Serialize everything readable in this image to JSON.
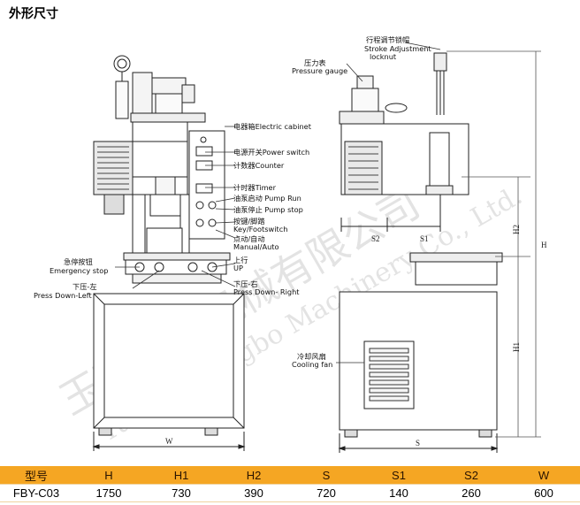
{
  "page": {
    "title": "外形尺寸"
  },
  "watermark": {
    "cn": "玉环方博机械有限公司",
    "en": "Yuhuan Fangbo Machinery Co., Ltd."
  },
  "labels": {
    "electric_cabinet": "电器箱Electric cabinet",
    "power_switch": "电源开关Power switch",
    "counter": "计数器Counter",
    "timer": "计时器Timer",
    "pump_run": "油泵启动 Pump Run",
    "pump_stop": "油泵停止 Pump stop",
    "key_footswitch_cn": "按键/脚踏",
    "key_footswitch_en": "Key/Footswitch",
    "manual_auto_cn": "点动/自动",
    "manual_auto_en": "Manual/Auto",
    "emergency_cn": "急停按钮",
    "emergency_en": "Emergency stop",
    "up_cn": "上行",
    "up_en": "UP",
    "press_left_cn": "下压-左",
    "press_left_en": "Press Down-Left",
    "press_right_cn": "下压-右",
    "press_right_en": "Press Down- Right",
    "stroke_cn": "行程调节锁帽",
    "stroke_en1": "Stroke Adjustment",
    "stroke_en2": "locknut",
    "gauge_cn": "压力表",
    "gauge_en": "Pressure gauge",
    "fan_cn": "冷却风扇",
    "fan_en": "Cooling fan"
  },
  "dims": {
    "W": "W",
    "S": "S",
    "S1": "S1",
    "S2": "S2",
    "H": "H",
    "H1": "H1",
    "H2": "H2"
  },
  "spec_table": {
    "headers": [
      "型号",
      "H",
      "H1",
      "H2",
      "S",
      "S1",
      "S2",
      "W"
    ],
    "rows": [
      [
        "FBY-C03",
        "1750",
        "730",
        "390",
        "720",
        "140",
        "260",
        "600"
      ]
    ]
  }
}
